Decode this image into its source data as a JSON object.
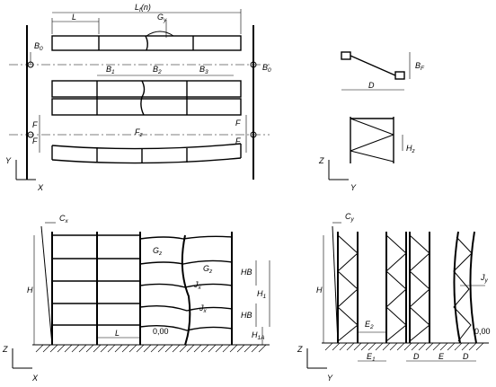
{
  "labels": {
    "L": "L",
    "Lf": "L",
    "Lf_sub": "f",
    "Lf_paren": "(n)",
    "Gy": "G",
    "Gy_sub": "y",
    "B0": "B",
    "B0_sub": "0",
    "B1": "B",
    "B1_sub": "1",
    "B2": "B",
    "B2_sub": "2",
    "B3": "B",
    "B3_sub": "3",
    "F": "F",
    "Fz": "F",
    "Fz_sub": "z",
    "Bf": "B",
    "Bf_sub": "F",
    "D": "D",
    "Hz": "H",
    "Hz_sub": "z",
    "Cx": "C",
    "Cx_sub": "x",
    "Cy": "C",
    "Cy_sub": "y",
    "H": "H",
    "HB": "HB",
    "H1": "H",
    "H1_sub": "1",
    "H1A": "H",
    "H1A_sub": "1A",
    "Gz": "G",
    "Gz_sub": "z",
    "Jx": "J",
    "Jx_sub": "x",
    "Jy": "J",
    "Jy_sub": "y",
    "E": "E",
    "E1": "E",
    "E1_sub": "1",
    "E2": "E",
    "E2_sub": "2",
    "level": "0,00"
  },
  "axes": {
    "X": "X",
    "Y": "Y",
    "Z": "Z"
  }
}
